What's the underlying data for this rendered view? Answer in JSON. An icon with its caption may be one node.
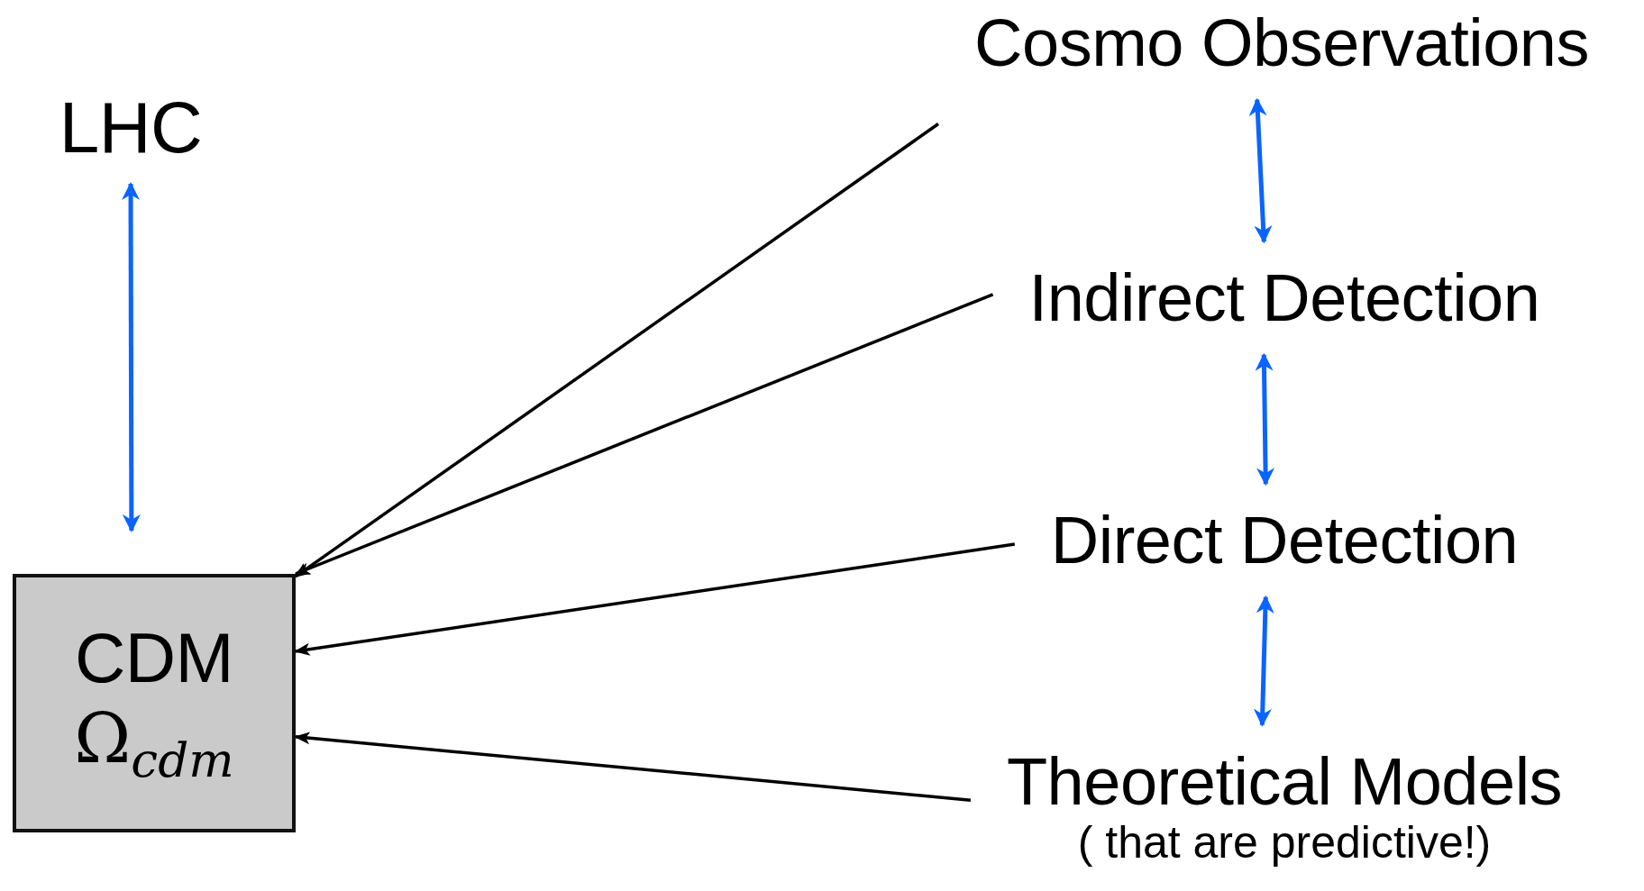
{
  "diagram": {
    "nodes": [
      {
        "text": [
          "LHC"
        ]
      },
      {
        "text": [
          "CDM",
          "Ω$_{cdm}$"
        ]
      },
      {
        "text": [
          "Cosmo Observations"
        ]
      },
      {
        "text": [
          "Indirect Detection"
        ]
      },
      {
        "text": [
          "Direct Detection"
        ]
      },
      {
        "text": [
          "Theoretical Models",
          "( that are predictive!)"
        ]
      }
    ],
    "edges": [
      {
        "from": 0,
        "to": 1,
        "arrow": "both",
        "color": "#0a64ff"
      },
      {
        "from": 2,
        "to": 1,
        "arrow": "to",
        "color": "#000000"
      },
      {
        "from": 3,
        "to": 1,
        "arrow": "to",
        "color": "#000000"
      },
      {
        "from": 4,
        "to": 1,
        "arrow": "to",
        "color": "#000000"
      },
      {
        "from": 5,
        "to": 1,
        "arrow": "to",
        "color": "#000000"
      },
      {
        "from": 2,
        "to": 3,
        "arrow": "both",
        "color": "#0a64ff"
      },
      {
        "from": 3,
        "to": 4,
        "arrow": "both",
        "color": "#0a64ff"
      },
      {
        "from": 4,
        "to": 5,
        "arrow": "both",
        "color": "#0a64ff"
      }
    ]
  }
}
